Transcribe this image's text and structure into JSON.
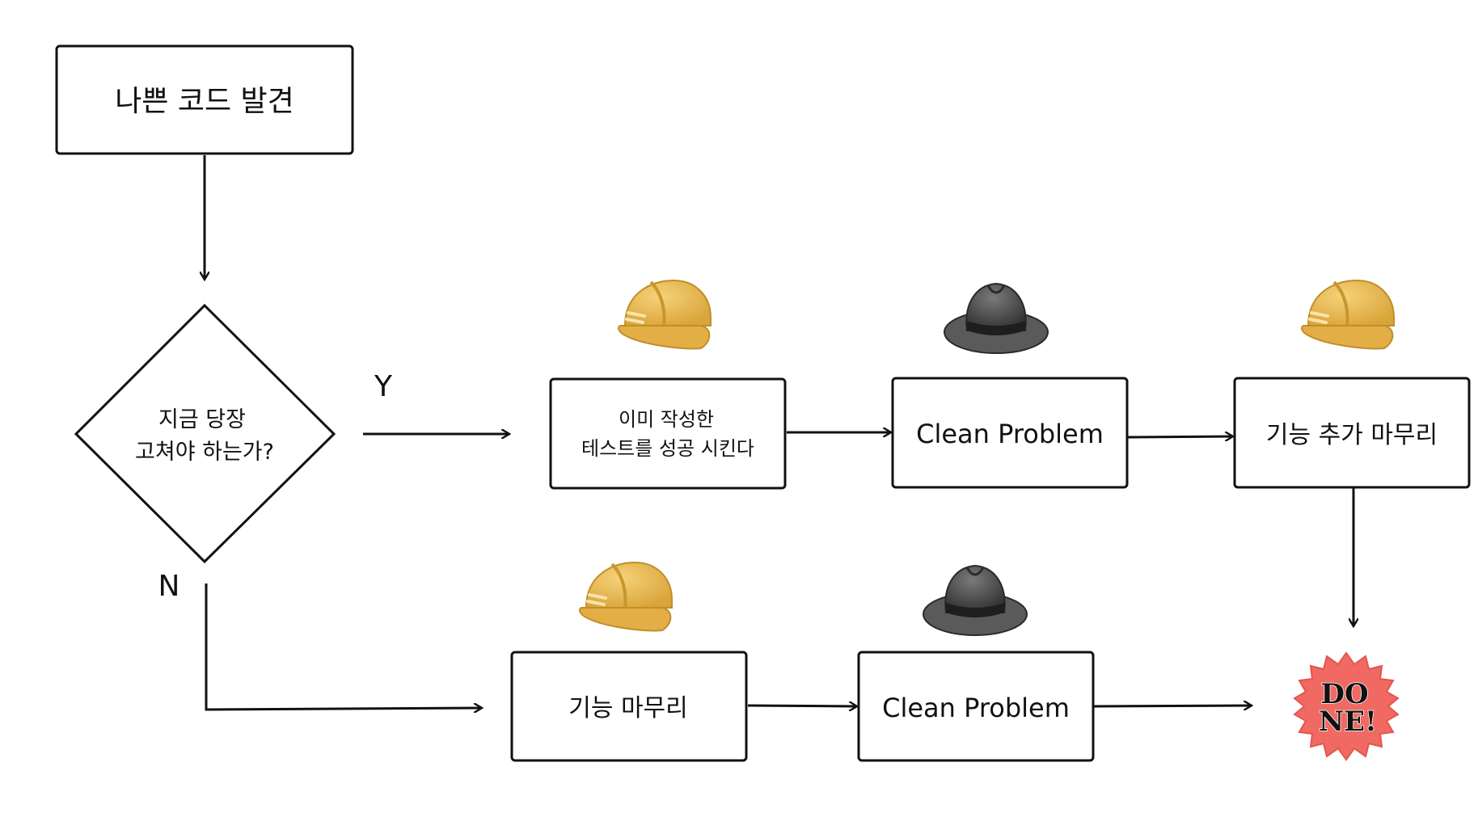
{
  "nodes": {
    "start": {
      "label": "나쁜 코드 발견"
    },
    "decision": {
      "line1": "지금 당장",
      "line2": "고쳐야 하는가?"
    },
    "yes_step1": {
      "line1": "이미 작성한",
      "line2": "테스트를 성공 시킨다"
    },
    "yes_step2": {
      "label": "Clean Problem"
    },
    "yes_step3": {
      "label": "기능 추가 마무리"
    },
    "no_step1": {
      "label": "기능 마무리"
    },
    "no_step2": {
      "label": "Clean Problem"
    },
    "done": {
      "line1": "DO",
      "line2": "NE!"
    }
  },
  "branches": {
    "yes": "Y",
    "no": "N"
  },
  "icons": {
    "hard_hat": "hard-hat-icon",
    "fedora": "fedora-hat-icon",
    "done_badge": "done-badge-icon"
  },
  "colors": {
    "stroke": "#111111",
    "hard_hat_fill": "#E8B84E",
    "hard_hat_shade": "#C9962E",
    "fedora_fill": "#4A4A4A",
    "fedora_band": "#1E1E1E",
    "done_badge_fill": "#F06A63"
  }
}
